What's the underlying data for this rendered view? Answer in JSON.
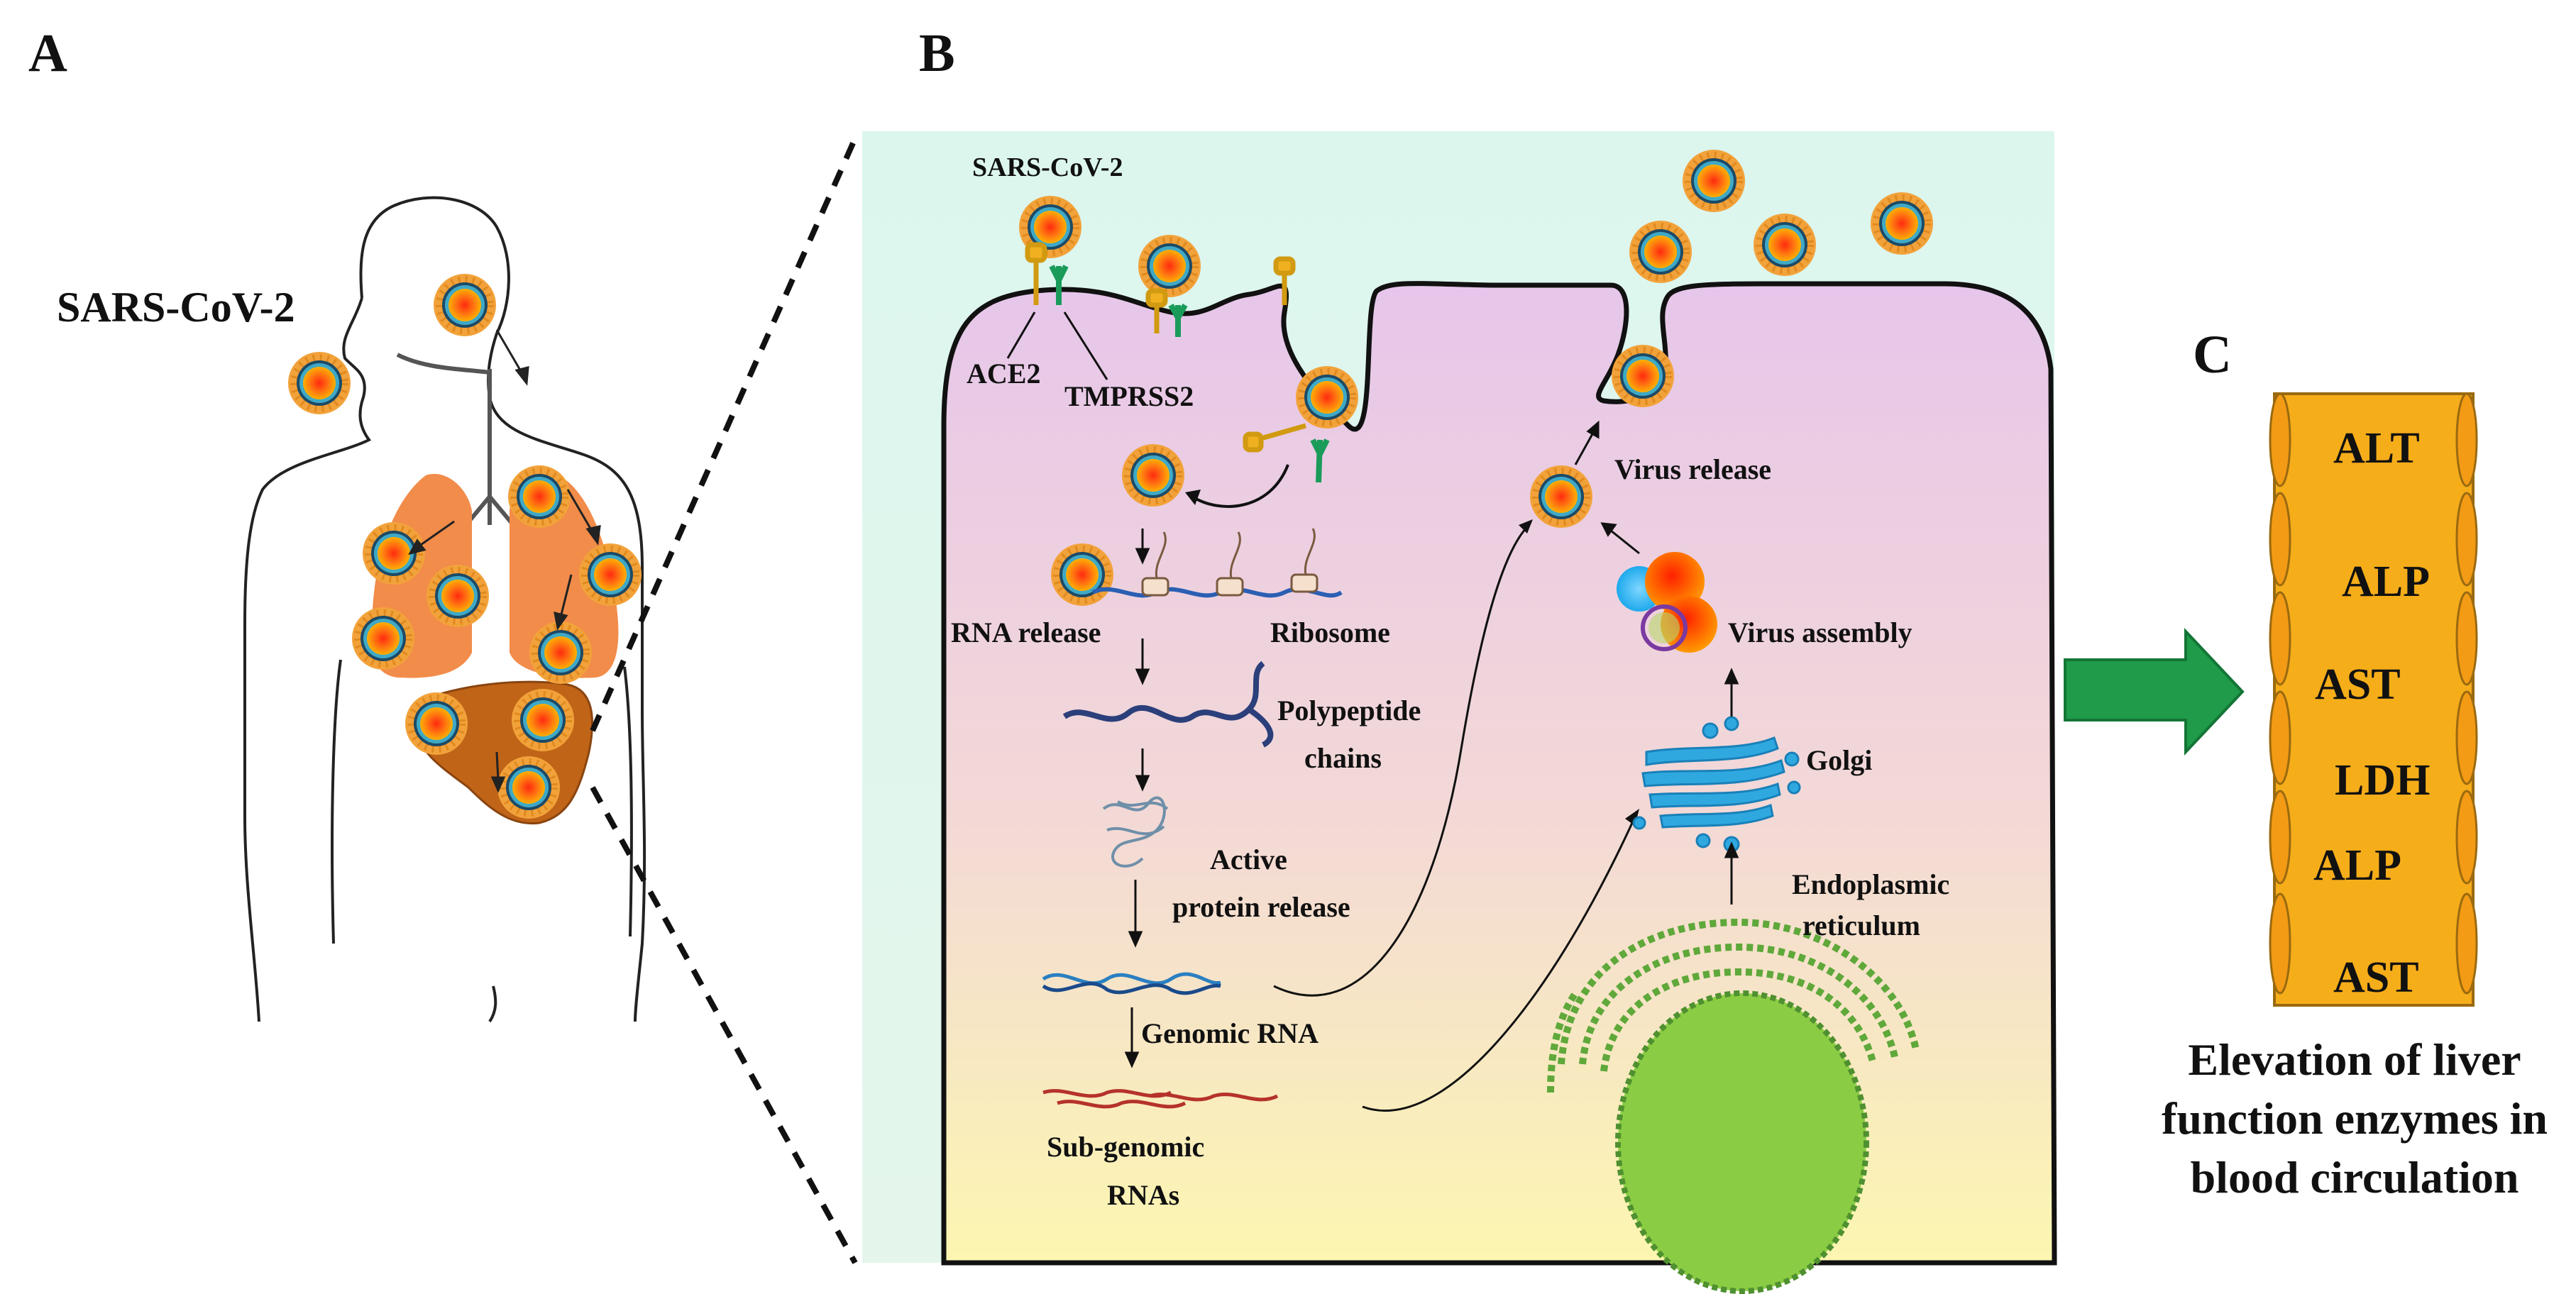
{
  "panels": {
    "a": "A",
    "b": "B",
    "c": "C"
  },
  "panel_a": {
    "virus_label": "SARS-CoV-2"
  },
  "panel_b": {
    "virus_label": "SARS-CoV-2",
    "receptors": {
      "ace2": "ACE2",
      "tmprss2": "TMPRSS2"
    },
    "steps": {
      "rna_release": "RNA release",
      "ribosome": "Ribosome",
      "polypeptide_1": "Polypeptide",
      "polypeptide_2": "chains",
      "active_1": "Active",
      "active_2": "protein release",
      "genomic_rna": "Genomic RNA",
      "subgenomic_1": "Sub-genomic",
      "subgenomic_2": "RNAs",
      "virus_release": "Virus release",
      "virus_assembly": "Virus assembly",
      "golgi": "Golgi",
      "er_1": "Endoplasmic",
      "er_2": "reticulum"
    },
    "colors": {
      "cell_top": "#e8c8ea",
      "cell_bottom": "#fbf4b4",
      "outside": "#dff7ee"
    }
  },
  "panel_c": {
    "enzymes": [
      "ALT",
      "ALP",
      "AST",
      "LDH",
      "ALP",
      "AST"
    ],
    "caption_1": "Elevation of liver",
    "caption_2": "function enzymes in",
    "caption_3": "blood circulation",
    "colors": {
      "vessel": "#f5ac1c",
      "arrow": "#1f9b4a"
    }
  }
}
